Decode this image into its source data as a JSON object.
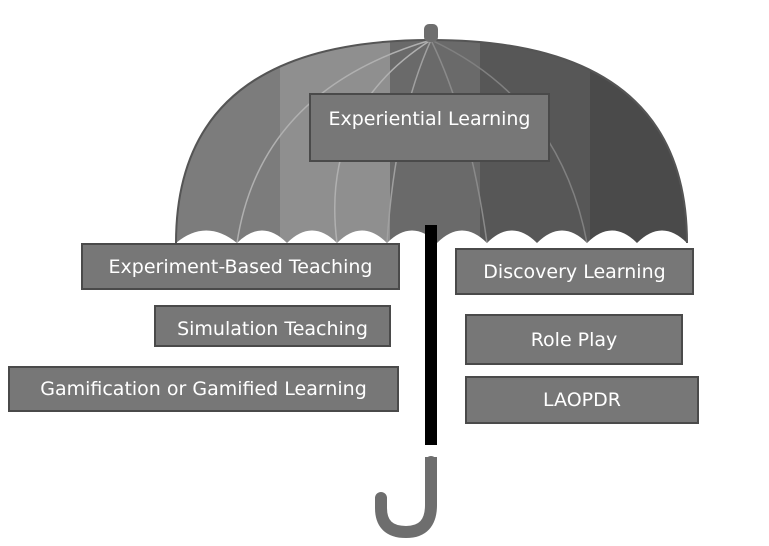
{
  "labels": {
    "top": "Experiential Learning",
    "left_1": "Experiment-Based Teaching",
    "right_1": "Discovery Learning",
    "left_2": "Simulation Teaching",
    "right_2": "Role Play",
    "left_3": "Gamification or Gamified Learning",
    "right_3": "LAOPDR"
  },
  "colors": {
    "canopy_light": "#8a8a8a",
    "canopy_mid": "#707070",
    "canopy_dark": "#505050",
    "shaft": "#000000",
    "handle": "#6e6e6e",
    "box_fill": "#777777",
    "box_border": "#4a4a4a",
    "text": "#ffffff"
  }
}
